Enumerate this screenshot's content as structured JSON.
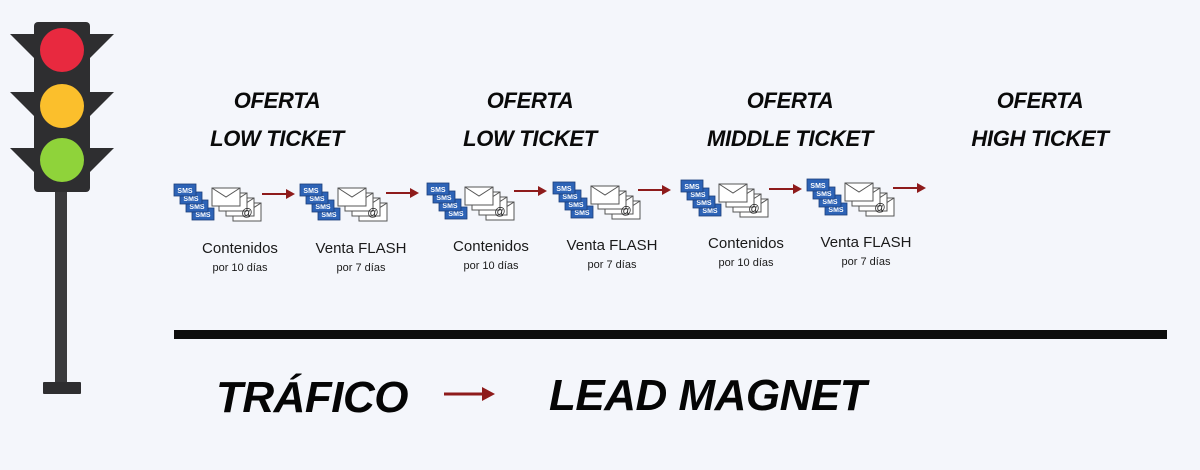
{
  "offers": [
    {
      "line1": "OFERTA",
      "line2": "LOW TICKET"
    },
    {
      "line1": "OFERTA",
      "line2": "LOW TICKET"
    },
    {
      "line1": "OFERTA",
      "line2": "MIDDLE TICKET"
    },
    {
      "line1": "OFERTA",
      "line2": "HIGH TICKET"
    }
  ],
  "steps": [
    {
      "title": "Contenidos",
      "subtitle": "por 10 días"
    },
    {
      "title": "Venta FLASH",
      "subtitle": "por 7 días"
    },
    {
      "title": "Contenidos",
      "subtitle": "por 10 días"
    },
    {
      "title": "Venta FLASH",
      "subtitle": "por 7 días"
    },
    {
      "title": "Contenidos",
      "subtitle": "por 10 días"
    },
    {
      "title": "Venta FLASH",
      "subtitle": "por 7 días"
    }
  ],
  "icons": {
    "sms_text": "SMS",
    "email_symbol": "@",
    "traffic_light": "traffic-light-icon"
  },
  "bottom": {
    "left": "TRÁFICO",
    "right": "LEAD MAGNET"
  },
  "colors": {
    "arrow": "#8e1b1b",
    "light_red": "#e8293f",
    "light_yellow": "#fbbf2c",
    "light_green": "#8fd33a",
    "housing": "#2e2e30",
    "sms_blue": "#2d63b6"
  }
}
